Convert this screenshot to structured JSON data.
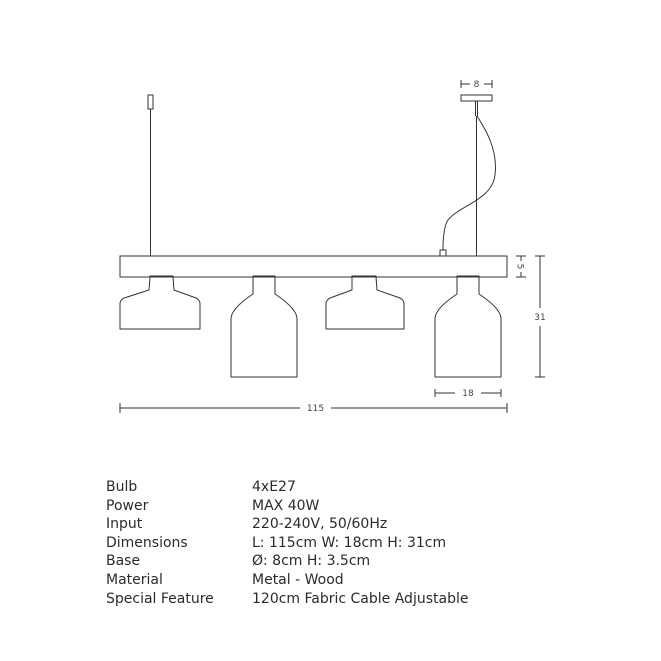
{
  "dimensions": {
    "base_width": "8",
    "bar_height": "5",
    "total_height": "31",
    "shade_width": "18",
    "total_length": "115"
  },
  "specs": [
    {
      "label": "Bulb",
      "value": "4xE27"
    },
    {
      "label": "Power",
      "value": "MAX 40W"
    },
    {
      "label": "Input",
      "value": "220-240V, 50/60Hz"
    },
    {
      "label": "Dimensions",
      "value": "L: 115cm  W: 18cm  H: 31cm"
    },
    {
      "label": "Base",
      "value": "Ø: 8cm  H: 3.5cm"
    },
    {
      "label": "Material",
      "value": "Metal - Wood"
    },
    {
      "label": "Special Feature",
      "value": "120cm Fabric Cable Adjustable"
    }
  ]
}
